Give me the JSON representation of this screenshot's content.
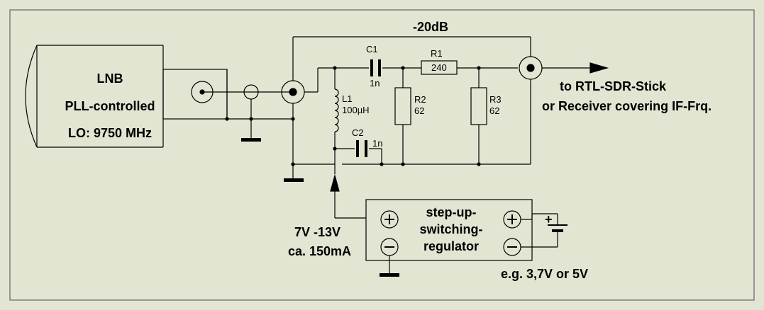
{
  "diagram": {
    "attenuation_label": "-20dB",
    "lnb": {
      "name": "LNB",
      "type": "PLL-controlled",
      "lo": "LO: 9750 MHz"
    },
    "components": {
      "c1": {
        "ref": "C1",
        "value": "1n"
      },
      "r1": {
        "ref": "R1",
        "value": "240"
      },
      "l1": {
        "ref": "L1",
        "value": "100µH"
      },
      "r2": {
        "ref": "R2",
        "value": "62"
      },
      "r3": {
        "ref": "R3",
        "value": "62"
      },
      "c2": {
        "ref": "C2",
        "value": "1n"
      }
    },
    "output": {
      "line1": "to RTL-SDR-Stick",
      "line2": "or Receiver covering IF-Frq."
    },
    "supply": {
      "voltage": "7V -13V",
      "current": "ca. 150mA"
    },
    "regulator": {
      "line1": "step-up-",
      "line2": "switching-",
      "line3": "regulator"
    },
    "battery": {
      "plus_mark": "+",
      "note": "e.g. 3,7V or 5V"
    },
    "colors": {
      "background": "#e2e5d2",
      "ink": "#000000"
    }
  }
}
